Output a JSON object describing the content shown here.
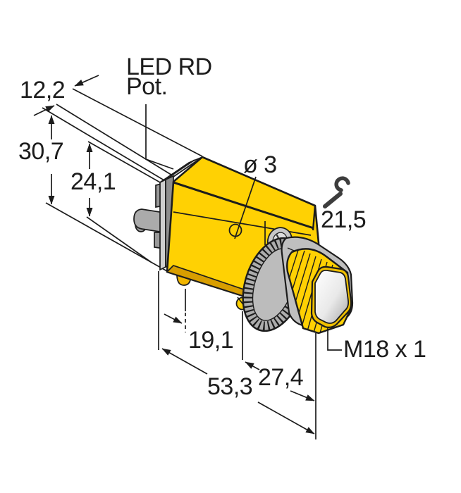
{
  "drawing": {
    "title": "photoelectric-sensor-dimension-drawing",
    "annotations": {
      "led_label": "LED RD",
      "pot_label": "Pot.",
      "hole_diameter": "ø 3",
      "wrench_size": "21,5",
      "thread_spec": "M18 x 1"
    },
    "dimensions": {
      "top_width": "12,2",
      "total_height": "30,7",
      "body_height": "24,1",
      "hole_offset": "19,1",
      "front_length": "27,4",
      "total_length": "53,3"
    },
    "colors": {
      "housing_yellow": "#ffd103",
      "housing_shadow": "#d89e00",
      "metal_gray": "#aeaeae",
      "line_black": "#1c1c1c",
      "lens_white": "#ffffff"
    },
    "icons": [
      "wrench-icon"
    ]
  }
}
